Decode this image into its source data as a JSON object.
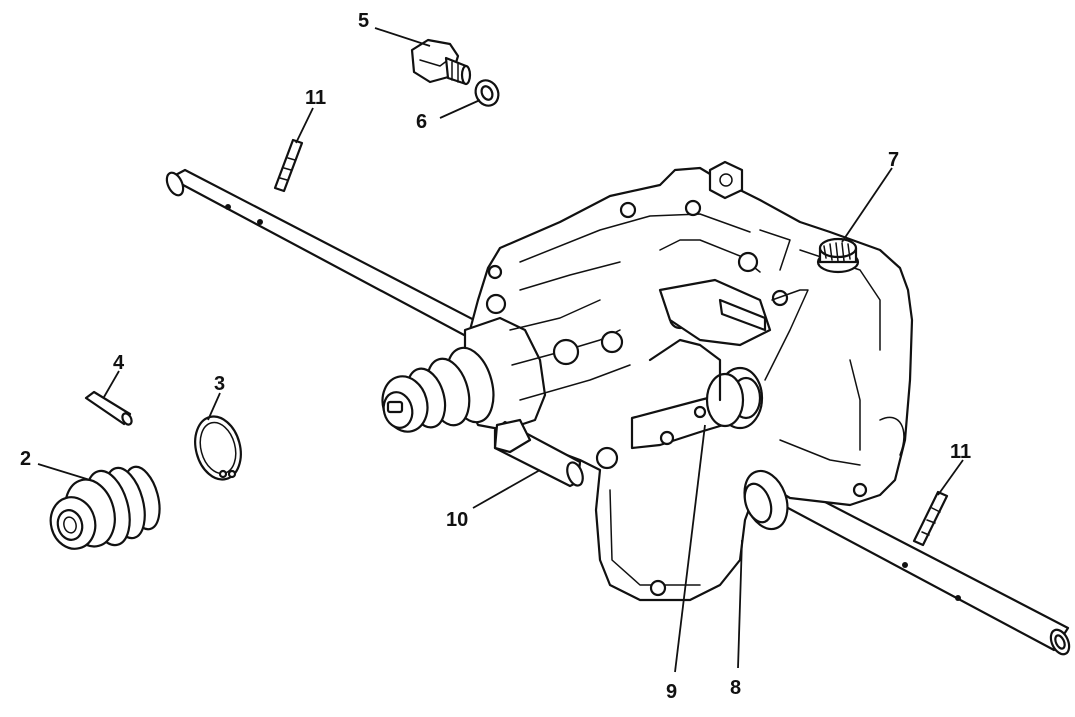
{
  "callouts": {
    "c2": "2",
    "c3": "3",
    "c4": "4",
    "c5": "5",
    "c6": "6",
    "c7": "7",
    "c8": "8",
    "c9": "9",
    "c10": "10",
    "c11a": "11",
    "c11b": "11"
  },
  "colors": {
    "ink": "#111111",
    "paper": "#ffffff"
  }
}
